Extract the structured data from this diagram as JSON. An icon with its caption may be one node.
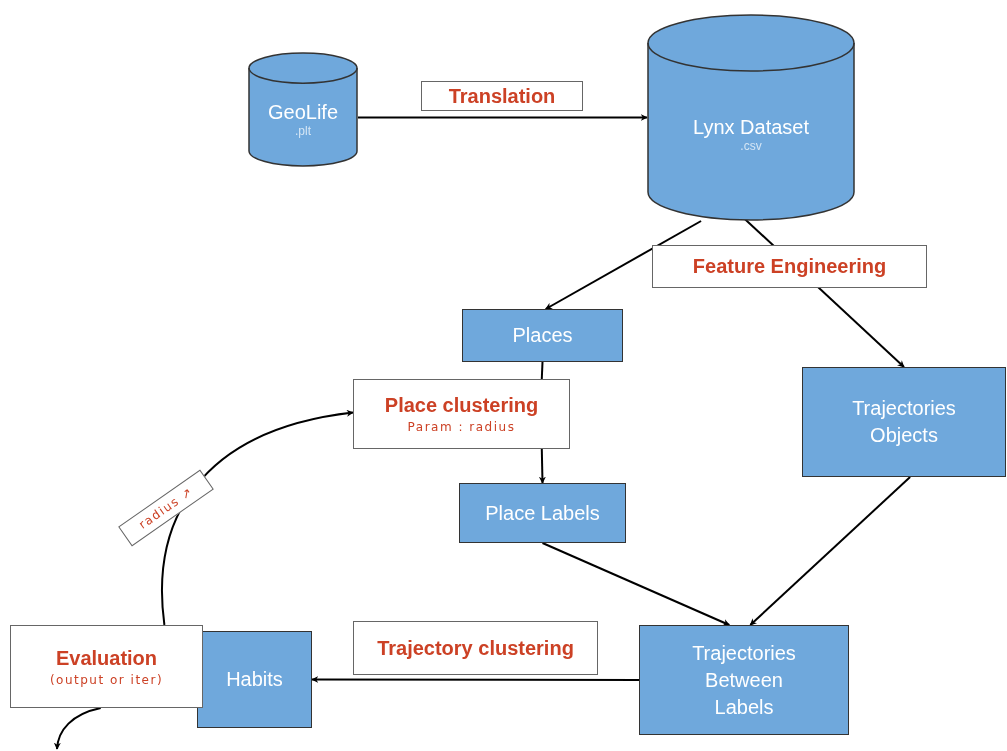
{
  "diagram": {
    "nodes": [
      {
        "text": [
          "GeoLife",
          ".plt"
        ]
      },
      {
        "text": [
          "Lynx Dataset",
          ".csv"
        ]
      },
      {
        "text": [
          "Places"
        ]
      },
      {
        "text": [
          "Place clustering",
          "Param : radius"
        ]
      },
      {
        "text": [
          "Place Labels"
        ]
      },
      {
        "text": [
          "Trajectories Objects"
        ]
      },
      {
        "text": [
          "Trajectories Between Labels"
        ]
      },
      {
        "text": [
          "Habits"
        ]
      },
      {
        "text": [
          "Evaluation",
          "(output or iter)"
        ]
      }
    ],
    "edges": [
      {
        "from": 0,
        "to": 1,
        "arrow": "to",
        "label": "Translation"
      },
      {
        "from": 1,
        "to": 2,
        "arrow": "to",
        "label": "Feature Engineering"
      },
      {
        "from": 1,
        "to": 5,
        "arrow": "to"
      },
      {
        "from": 2,
        "to": 3,
        "arrow": "none"
      },
      {
        "from": 3,
        "to": 4,
        "arrow": "to"
      },
      {
        "from": 4,
        "to": 6,
        "arrow": "to"
      },
      {
        "from": 5,
        "to": 6,
        "arrow": "to"
      },
      {
        "from": 6,
        "to": 7,
        "arrow": "to",
        "label": "Trajectory clustering"
      },
      {
        "from": 8,
        "to": 3,
        "arrow": "to",
        "label": "radius ↗"
      },
      {
        "from": 8,
        "to": null,
        "arrow": "to"
      }
    ]
  }
}
